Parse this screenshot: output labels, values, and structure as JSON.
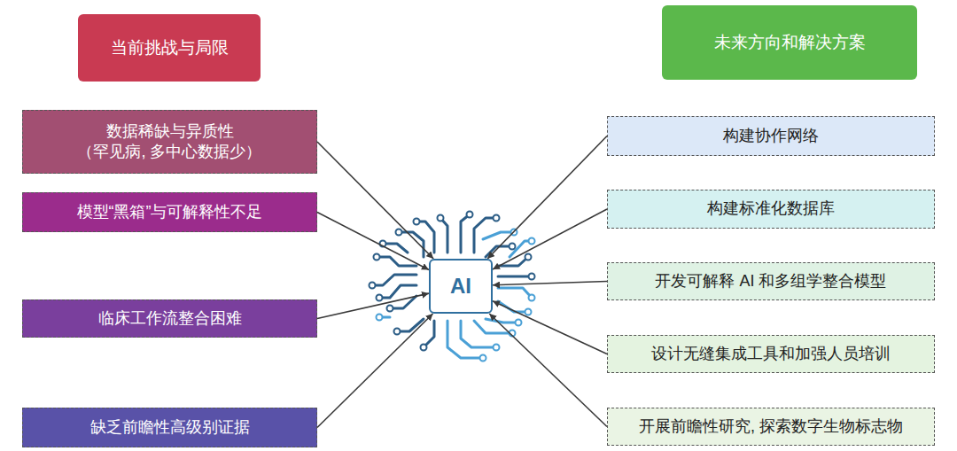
{
  "diagram": {
    "nodes": [
      {
        "text": [
          "当前挑战与局限"
        ]
      },
      {
        "text": [
          "未来方向和解决方案"
        ]
      },
      {
        "text": [
          "数据稀缺与异质性 （罕见病, 多中心数据少）"
        ]
      },
      {
        "text": [
          "模型“黑箱”与可解释性不足"
        ]
      },
      {
        "text": [
          "临床工作流整合困难"
        ]
      },
      {
        "text": [
          "缺乏前瞻性高级别证据"
        ]
      },
      {
        "text": [
          "AI"
        ]
      },
      {
        "text": [
          "构建协作网络"
        ]
      },
      {
        "text": [
          "构建标准化数据库"
        ]
      },
      {
        "text": [
          "开发可解释 AI 和多组学整合模型"
        ]
      },
      {
        "text": [
          "设计无缝集成工具和加强人员培训"
        ]
      },
      {
        "text": [
          "开展前瞻性研究, 探索数字生物标志物"
        ]
      }
    ],
    "edges": [
      {
        "from": 2,
        "to": 6,
        "arrow": "to"
      },
      {
        "from": 3,
        "to": 6,
        "arrow": "to"
      },
      {
        "from": 4,
        "to": 6,
        "arrow": "to"
      },
      {
        "from": 5,
        "to": 6,
        "arrow": "to"
      },
      {
        "from": 7,
        "to": 6,
        "arrow": "to"
      },
      {
        "from": 8,
        "to": 6,
        "arrow": "to"
      },
      {
        "from": 9,
        "to": 6,
        "arrow": "to"
      },
      {
        "from": 10,
        "to": 6,
        "arrow": "to"
      },
      {
        "from": 11,
        "to": 6,
        "arrow": "to"
      }
    ]
  }
}
